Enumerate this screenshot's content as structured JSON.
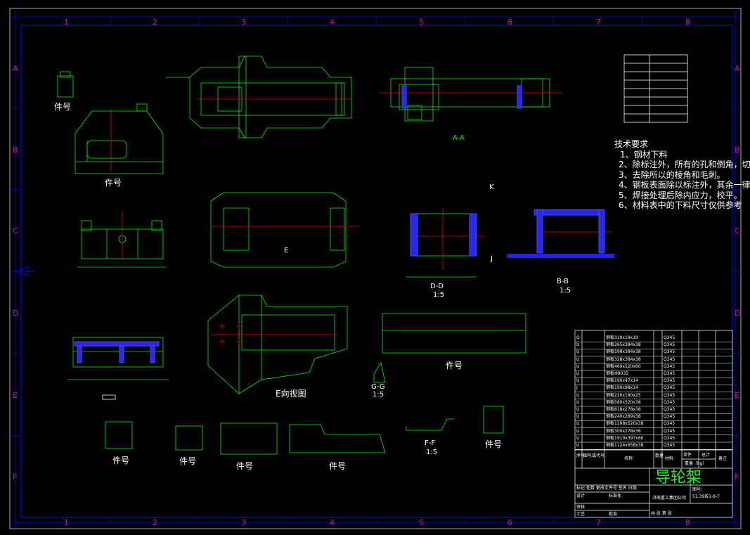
{
  "zones": {
    "cols": [
      "1",
      "2",
      "3",
      "4",
      "5",
      "6",
      "7",
      "8"
    ],
    "rows": [
      "A",
      "B",
      "C",
      "D",
      "E",
      "F"
    ]
  },
  "labels": {
    "part_tag": "件号",
    "view_aa": "A-A",
    "view_dd": "D-D",
    "view_bb": "B-B",
    "view_gg": "G-G",
    "view_ff": "F-F",
    "view_e_dir": "E向视图",
    "scale": "1:5",
    "mark_k": "K",
    "mark_j": "J",
    "mark_e": "E"
  },
  "tech_requirements": {
    "heading": "技术要求",
    "items": [
      "1、钢材下料",
      "2、除标注外，所有的孔和倒角，切",
      "3、去除所以的棱角和毛刺。",
      "4、钢板表面除以标注外，其余一律",
      "5、焊接处理后除内应力，校平。",
      "6、材料表中的下料尺寸仅供参考"
    ]
  },
  "bom": {
    "rows": [
      {
        "no": "Q",
        "spec": "钢板310x19x19",
        "mat": "Q345"
      },
      {
        "no": "U",
        "spec": "钢板265x384x38",
        "mat": "Q345"
      },
      {
        "no": "U",
        "spec": "钢板598x384x38",
        "mat": "Q345"
      },
      {
        "no": "U",
        "spec": "钢板328x384x38",
        "mat": "Q345"
      },
      {
        "no": "U",
        "spec": "钢板460x520x60",
        "mat": "Q345"
      },
      {
        "no": "U",
        "spec": "钢板Φ8035",
        "mat": "Q345"
      },
      {
        "no": "U",
        "spec": "钢板190x47x14",
        "mat": "Q345"
      },
      {
        "no": "J",
        "spec": "钢板190x98x14",
        "mat": "Q345"
      },
      {
        "no": "U",
        "spec": "钢板220x180x25",
        "mat": "Q345"
      },
      {
        "no": "U",
        "spec": "钢板580x520x38",
        "mat": "Q345"
      },
      {
        "no": "U",
        "spec": "钢板818x278x38",
        "mat": "Q345"
      },
      {
        "no": "U",
        "spec": "钢板240x289x38",
        "mat": "Q345"
      },
      {
        "no": "U",
        "spec": "钢板1298x520x38",
        "mat": "Q345"
      },
      {
        "no": "U",
        "spec": "钢板300x278x38",
        "mat": "Q345"
      },
      {
        "no": "U",
        "spec": "钢板1910x397x60",
        "mat": "Q345"
      },
      {
        "no": "U",
        "spec": "钢板1124x658x38",
        "mat": "Q345"
      }
    ],
    "header": {
      "seq": "序号",
      "code": "图号或代号",
      "name": "名称",
      "qty": "数量",
      "material": "材料",
      "unit": "单件",
      "total": "总计",
      "weight": "重量（kg）",
      "note": "备注"
    }
  },
  "titleblock": {
    "title": "导轮架",
    "drawing_no_label": "图号：",
    "drawing_no": "51.39各1-8-7",
    "company": "济南重工集团公司",
    "row1": "标记 处数 更改文件号 签名 日期",
    "design": "设计",
    "std": "标准化",
    "review": "审核",
    "process": "工艺",
    "approve": "批准",
    "sheet": "共   张 第   张"
  },
  "colors": {
    "frame": "#0000ff",
    "geometry": "#00ff00",
    "text": "#ffffff",
    "zone": "#ff00ff",
    "center": "#ff0000",
    "plate": "#2222ee",
    "bg": "#000000"
  }
}
